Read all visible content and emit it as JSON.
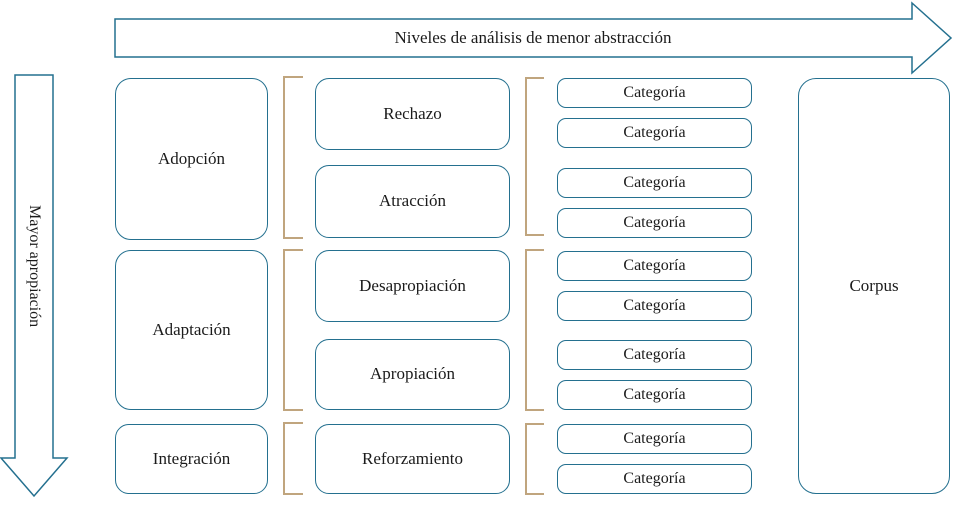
{
  "palette": {
    "shape_outline": "#24708f",
    "bracket": "#c0a57e",
    "text": "#1b1b1b",
    "background": "#ffffff"
  },
  "arrows": {
    "horizontal": {
      "label": "Niveles de análisis de menor abstracción",
      "direction": "right"
    },
    "vertical": {
      "label": "Mayor apropiación",
      "direction": "down"
    }
  },
  "level_boxes": [
    {
      "label": "Adopción"
    },
    {
      "label": "Adaptación"
    },
    {
      "label": "Integración"
    }
  ],
  "subcategory_boxes": [
    {
      "label": "Rechazo"
    },
    {
      "label": "Atracción"
    },
    {
      "label": "Desapropiación"
    },
    {
      "label": "Apropiación"
    },
    {
      "label": "Reforzamiento"
    }
  ],
  "category_boxes": [
    {
      "label": "Categoría"
    },
    {
      "label": "Categoría"
    },
    {
      "label": "Categoría"
    },
    {
      "label": "Categoría"
    },
    {
      "label": "Categoría"
    },
    {
      "label": "Categoría"
    },
    {
      "label": "Categoría"
    },
    {
      "label": "Categoría"
    },
    {
      "label": "Categoría"
    },
    {
      "label": "Categoría"
    }
  ],
  "corpus_box": {
    "label": "Corpus"
  }
}
